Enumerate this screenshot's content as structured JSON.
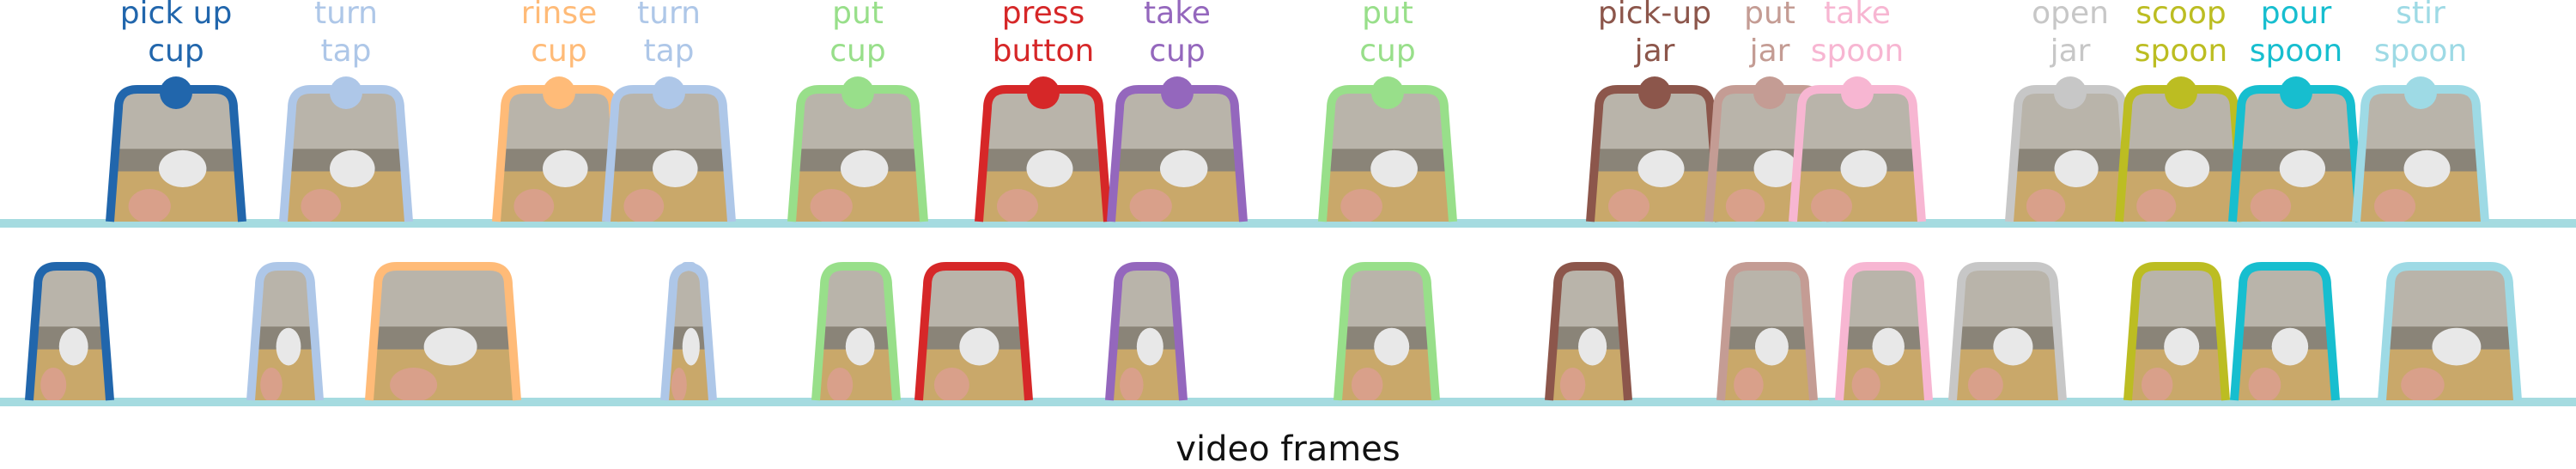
{
  "caption": "video frames",
  "colors": {
    "timeline": "#a5dbe0",
    "blue": "#2166ac",
    "lightblue": "#aec7e8",
    "orange": "#ffbb78",
    "green": "#98df8a",
    "red": "#d62728",
    "purple": "#9467bd",
    "brown": "#8c564b",
    "rosybrown": "#c49c94",
    "pink": "#f7b6d2",
    "grey": "#c7c7c7",
    "olive": "#bcbd22",
    "cyan": "#17becf",
    "paleCyan": "#9edae5"
  },
  "actions": [
    {
      "line1": "pick up",
      "line2": "cup",
      "color": "#2166ac"
    },
    {
      "line1": "turn",
      "line2": "tap",
      "color": "#aec7e8"
    },
    {
      "line1": "rinse",
      "line2": "cup",
      "color": "#ffbb78"
    },
    {
      "line1": "turn",
      "line2": "tap",
      "color": "#aec7e8"
    },
    {
      "line1": "put",
      "line2": "cup",
      "color": "#98df8a"
    },
    {
      "line1": "press",
      "line2": "button",
      "color": "#d62728"
    },
    {
      "line1": "take",
      "line2": "cup",
      "color": "#9467bd"
    },
    {
      "line1": "put",
      "line2": "cup",
      "color": "#98df8a"
    },
    {
      "line1": "pick-up",
      "line2": "jar",
      "color": "#8c564b"
    },
    {
      "line1": "put",
      "line2": "jar",
      "color": "#c49c94"
    },
    {
      "line1": "take",
      "line2": "spoon",
      "color": "#f7b6d2"
    },
    {
      "line1": "open",
      "line2": "jar",
      "color": "#c7c7c7"
    },
    {
      "line1": "scoop",
      "line2": "spoon",
      "color": "#bcbd22"
    },
    {
      "line1": "pour",
      "line2": "spoon",
      "color": "#17becf"
    },
    {
      "line1": "stir",
      "line2": "spoon",
      "color": "#9edae5"
    }
  ],
  "frames_row2": [
    {
      "color": "#2166ac"
    },
    {
      "color": "#aec7e8"
    },
    {
      "color": "#ffbb78"
    },
    {
      "color": "#aec7e8"
    },
    {
      "color": "#98df8a"
    },
    {
      "color": "#d62728"
    },
    {
      "color": "#9467bd"
    },
    {
      "color": "#98df8a"
    },
    {
      "color": "#8c564b"
    },
    {
      "color": "#c49c94"
    },
    {
      "color": "#f7b6d2"
    },
    {
      "color": "#c7c7c7"
    },
    {
      "color": "#bcbd22"
    },
    {
      "color": "#17becf"
    },
    {
      "color": "#9edae5"
    }
  ]
}
